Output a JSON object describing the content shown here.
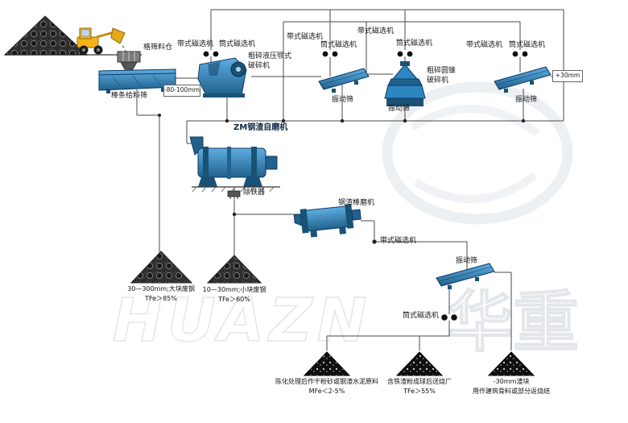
{
  "labels": {
    "bin": "格筛料仓",
    "feeder": "棒条给料筛",
    "feeder_undersize": "-80-100mm",
    "belt_separator": "带式磁选机",
    "drum_separator": "筒式磁选机",
    "jaw_crusher_line1": "粗碎液压颚式",
    "jaw_crusher_line2": "破碎机",
    "cone_crusher_line1": "粗碎圆锥",
    "cone_crusher_line2": "破碎机",
    "vibrating_screen": "振动筛",
    "oversize_30mm": "+30mm",
    "zm_mill": "ZM钢渣自磨机",
    "iron_remover": "除铁器",
    "rod_mill": "钢渣棒磨机"
  },
  "piles": [
    {
      "line1": "30—300mm;大块废钢",
      "line2": "TFe＞85%"
    },
    {
      "line1": "10—30mm;小块废钢",
      "line2": "TFe＞60%"
    },
    {
      "line1": "陈化处理后作干粉砂或钢渣水泥原料",
      "line2": "MFe＜2-5%"
    },
    {
      "line1": "含铁渣粉成球后送烧厂",
      "line2": "TFe＞55%"
    },
    {
      "line1": "-30mm渣块",
      "line2": "用作建筑骨料或部分返烧结"
    }
  ],
  "watermark": {
    "latin": "HUAZN",
    "cjk": "华重"
  },
  "colors": {
    "machine_blue": "#2e86c1",
    "machine_dark": "#1a5276",
    "line": "#444444",
    "loader_yellow": "#f5b31b"
  }
}
